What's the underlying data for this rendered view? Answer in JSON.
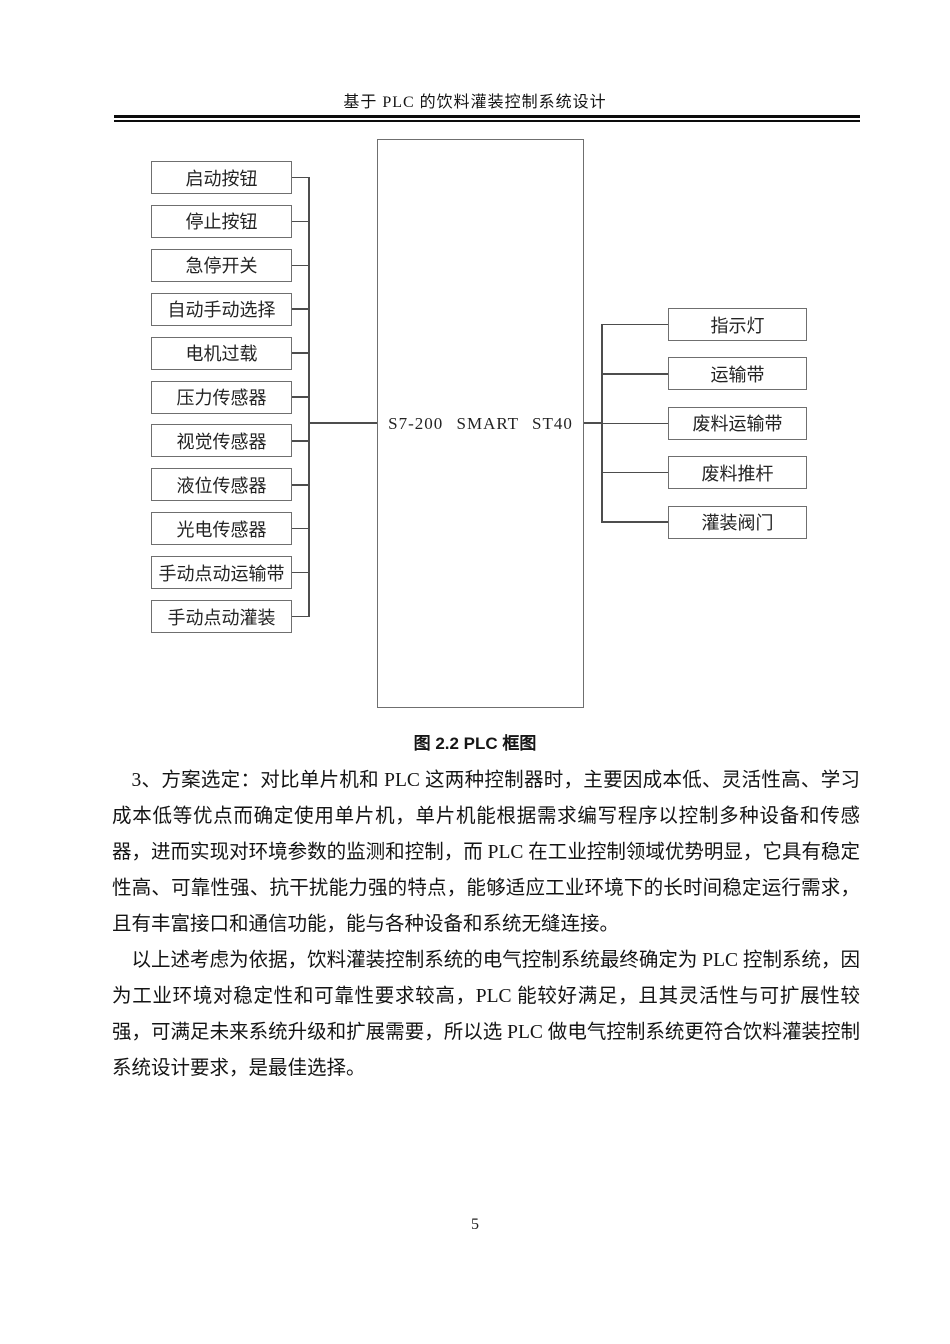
{
  "header": {
    "title": "基于 PLC 的饮料灌装控制系统设计"
  },
  "diagram": {
    "plc_label": "S7-200 SMART ST40",
    "inputs": [
      "启动按钮",
      "停止按钮",
      "急停开关",
      "自动手动选择",
      "电机过载",
      "压力传感器",
      "视觉传感器",
      "液位传感器",
      "光电传感器",
      "手动点动运输带",
      "手动点动灌装"
    ],
    "outputs": [
      "指示灯",
      "运输带",
      "废料运输带",
      "废料推杆",
      "灌装阀门"
    ],
    "caption": "图 2.2 PLC 框图",
    "line_color": "#4d4d4d",
    "box_border_color": "#6f6f6f"
  },
  "body": {
    "paragraphs": [
      "3、方案选定：对比单片机和 PLC 这两种控制器时，主要因成本低、灵活性高、学习成本低等优点而确定使用单片机，单片机能根据需求编写程序以控制多种设备和传感器，进而实现对环境参数的监测和控制，而 PLC 在工业控制领域优势明显，它具有稳定性高、可靠性强、抗干扰能力强的特点，能够适应工业环境下的长时间稳定运行需求，且有丰富接口和通信功能，能与各种设备和系统无缝连接。",
      "以上述考虑为依据，饮料灌装控制系统的电气控制系统最终确定为 PLC 控制系统，因为工业环境对稳定性和可靠性要求较高，PLC 能较好满足，且其灵活性与可扩展性较强，可满足未来系统升级和扩展需要，所以选 PLC 做电气控制系统更符合饮料灌装控制系统设计要求，是最佳选择。"
    ]
  },
  "footer": {
    "page_number": "5"
  }
}
